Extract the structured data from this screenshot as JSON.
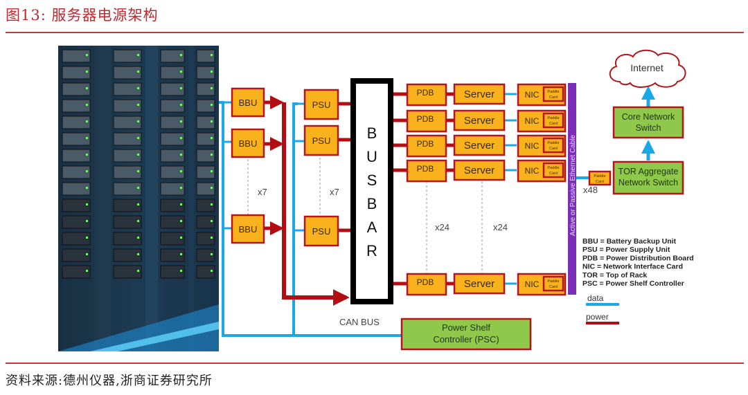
{
  "figure": {
    "title": "图13:  服务器电源架构",
    "source": "资料来源:德州仪器,浙商证券研究所"
  },
  "diagram": {
    "bbu_label": "BBU",
    "psu_label": "PSU",
    "pdb_label": "PDB",
    "server_label": "Server",
    "nic_label": "NIC",
    "paddle_line1": "Paddle",
    "paddle_line2": "Card",
    "busbar_letters": [
      "B",
      "U",
      "S",
      "B",
      "A",
      "R"
    ],
    "bbu_count": "x7",
    "psu_count": "x7",
    "pdb_count": "x24",
    "server_count": "x24",
    "paddle_count": "x48",
    "cable_label": "Active or Passive Ethernet Cable",
    "can_bus_label": "CAN BUS",
    "psc_line1": "Power Shelf",
    "psc_line2": "Controller (PSC)",
    "tor_line1": "TOR Aggregate",
    "tor_line2": "Network Switch",
    "core_line1": "Core Network",
    "core_line2": "Switch",
    "internet_label": "Internet",
    "rack_image": "server-rack-photo"
  },
  "legend": {
    "definitions": [
      "BBU = Battery Backup Unit",
      "PSU = Power Supply Unit",
      "PDB = Power Distribution Board",
      "NIC = Network Interface Card",
      "TOR = Top of Rack",
      "PSC = Power Shelf Controller"
    ],
    "data_label": "data",
    "power_label": "power",
    "data_color": "#19a9e8",
    "power_color": "#b30d14"
  }
}
